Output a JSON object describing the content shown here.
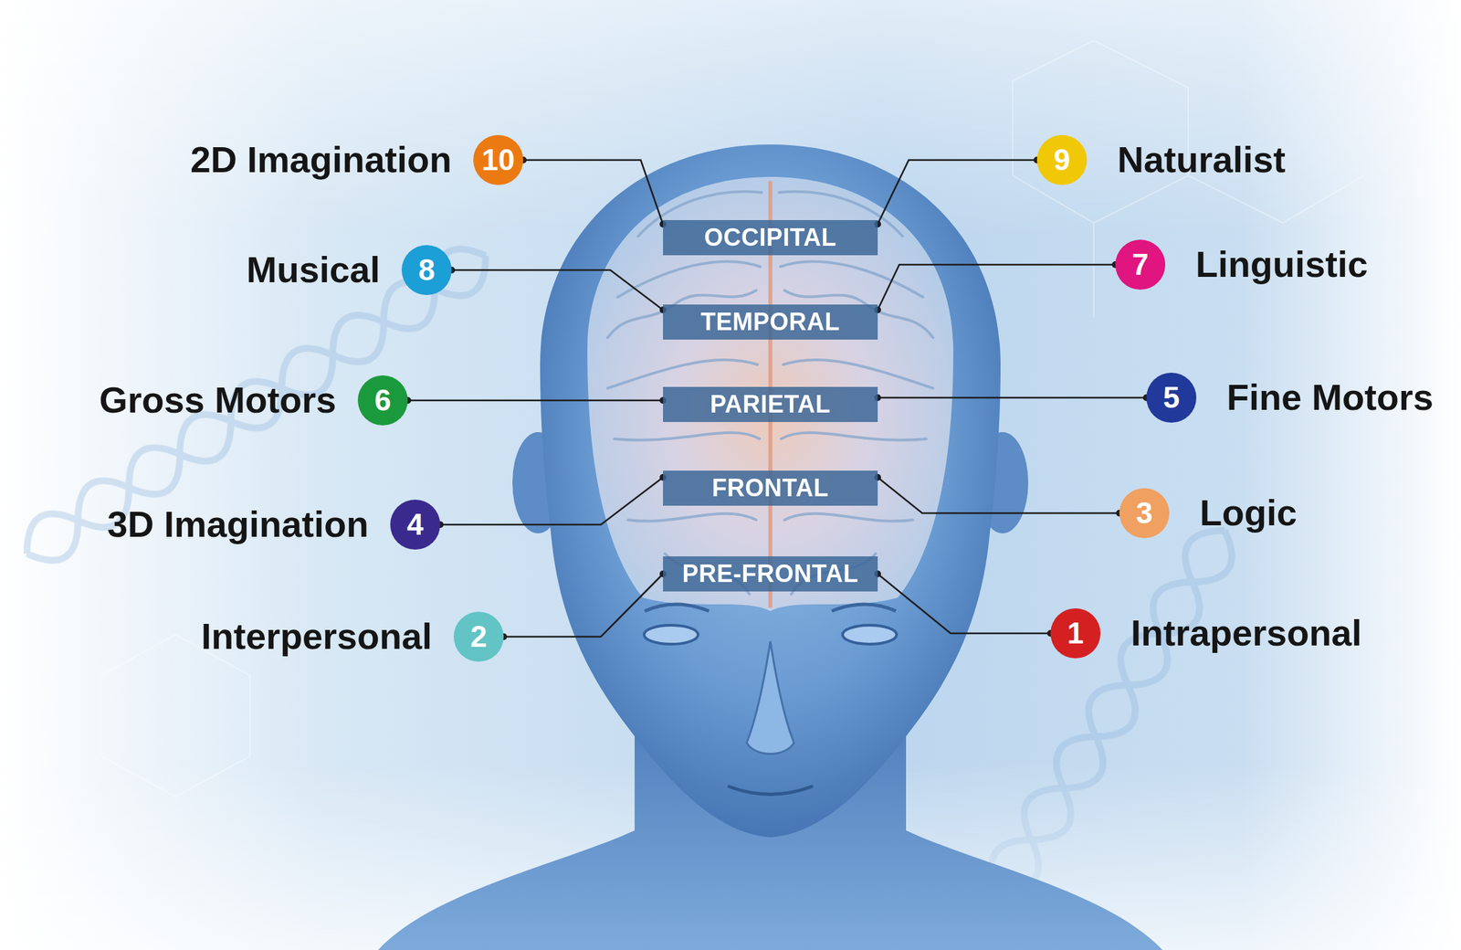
{
  "diagram": {
    "nodes": [
      {
        "text": [
          "OCCIPITAL"
        ]
      },
      {
        "text": [
          "TEMPORAL"
        ]
      },
      {
        "text": [
          "PARIETAL"
        ]
      },
      {
        "text": [
          "FRONTAL"
        ]
      },
      {
        "text": [
          "PRE-FRONTAL"
        ]
      },
      {
        "text": [
          "10",
          "2D Imagination"
        ]
      },
      {
        "text": [
          "9",
          "Naturalist"
        ]
      },
      {
        "text": [
          "8",
          "Musical"
        ]
      },
      {
        "text": [
          "7",
          "Linguistic"
        ]
      },
      {
        "text": [
          "6",
          "Gross Motors"
        ]
      },
      {
        "text": [
          "5",
          "Fine Motors"
        ]
      },
      {
        "text": [
          "4",
          "3D Imagination"
        ]
      },
      {
        "text": [
          "3",
          "Logic"
        ]
      },
      {
        "text": [
          "2",
          "Interpersonal"
        ]
      },
      {
        "text": [
          "1",
          "Intrapersonal"
        ]
      }
    ],
    "edges": [
      {
        "from": 5,
        "to": 0,
        "arrow": "none"
      },
      {
        "from": 6,
        "to": 0,
        "arrow": "none"
      },
      {
        "from": 7,
        "to": 1,
        "arrow": "none"
      },
      {
        "from": 8,
        "to": 1,
        "arrow": "none"
      },
      {
        "from": 9,
        "to": 2,
        "arrow": "none"
      },
      {
        "from": 10,
        "to": 2,
        "arrow": "none"
      },
      {
        "from": 11,
        "to": 3,
        "arrow": "none"
      },
      {
        "from": 12,
        "to": 3,
        "arrow": "none"
      },
      {
        "from": 13,
        "to": 4,
        "arrow": "none"
      },
      {
        "from": 14,
        "to": 4,
        "arrow": "none"
      }
    ]
  }
}
